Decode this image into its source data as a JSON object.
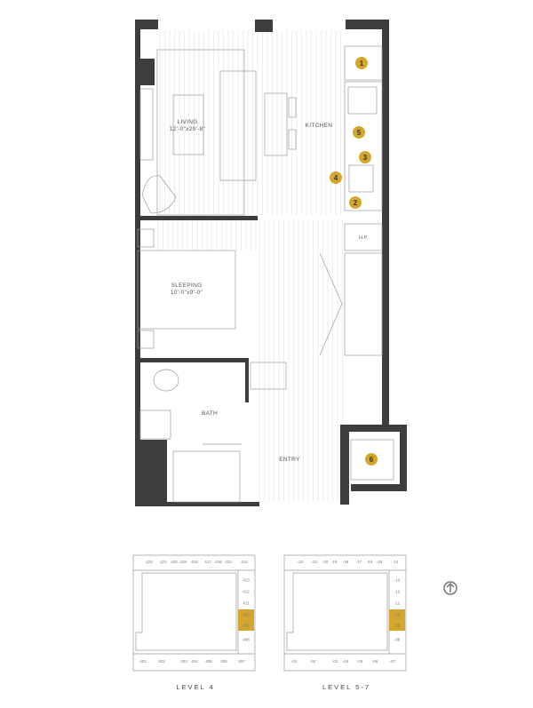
{
  "plan": {
    "rooms": {
      "living": {
        "name": "LIVING",
        "size": "12'-0\"x20'-8\""
      },
      "kitchen": {
        "name": "KITCHEN"
      },
      "sleeping": {
        "name": "SLEEPING",
        "size": "10'-0\"x9'-0\""
      },
      "bath": {
        "name": "BATH"
      },
      "entry": {
        "name": "ENTRY"
      },
      "hp": {
        "name": "H.P."
      }
    },
    "badges": [
      "1",
      "2",
      "3",
      "4",
      "5",
      "6"
    ],
    "accent_color": "#d4a72c",
    "wall_color": "#3d3d3f"
  },
  "key_plans": [
    {
      "level_label": "LEVEL 4",
      "top_units": [
        "422",
        "421",
        "420",
        "419",
        "418",
        "417",
        "416",
        "415",
        "414"
      ],
      "right_units": [
        "413",
        "412",
        "411",
        "410",
        "409",
        "408"
      ],
      "bottom_units": [
        "401",
        "402",
        "403",
        "404",
        "405",
        "406",
        "407"
      ],
      "highlighted": [
        "410",
        "409"
      ]
    },
    {
      "level_label": "LEVEL 5-7",
      "top_units": [
        "-22",
        "-21",
        "-20",
        "-19",
        "-18",
        "-17",
        "-16",
        "-15",
        "-14"
      ],
      "right_units": [
        "-13",
        "-12",
        "-11",
        "-10",
        "-09",
        "-08"
      ],
      "bottom_units": [
        "-01",
        "-02",
        "-03",
        "-04",
        "-05",
        "-06",
        "-07"
      ],
      "highlighted": [
        "-10",
        "-09"
      ]
    }
  ],
  "north_arrow": "north-arrow-icon"
}
